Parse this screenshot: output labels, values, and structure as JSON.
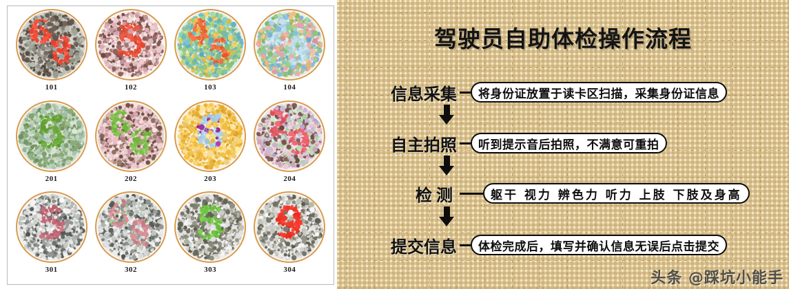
{
  "left_panel": {
    "name": "ishihara-color-vision-test-chart",
    "plates": [
      {
        "label": "101",
        "figure": "68",
        "figure_color": "#ef4b38",
        "bg_colors": [
          "#8f8f86",
          "#6b5d52",
          "#c9c9c1",
          "#a8ada0",
          "#5f5248"
        ],
        "figure_shape": "digits"
      },
      {
        "label": "102",
        "figure": "5",
        "figure_color": "#e8503a",
        "bg_colors": [
          "#e8c3c5",
          "#d3a3ad",
          "#9c6f68",
          "#7e5650",
          "#efd9d8"
        ],
        "figure_shape": "digits"
      },
      {
        "label": "103",
        "figure": "45",
        "figure_color": "#ef6a3a",
        "bg_colors": [
          "#8fc97f",
          "#6fb7c9",
          "#f0c653",
          "#a9d38f",
          "#7fc2b0"
        ],
        "figure_shape": "digits"
      },
      {
        "label": "104",
        "figure": "29",
        "figure_color": "#bcdcec",
        "bg_colors": [
          "#8fc97f",
          "#e5a3ae",
          "#7fb8dc",
          "#f0bb7e",
          "#9fd0b4"
        ],
        "figure_shape": "digits"
      },
      {
        "label": "201",
        "figure": "5",
        "figure_color": "#6aa83c",
        "bg_colors": [
          "#b9cfbc",
          "#9fbfa8",
          "#8fae7c",
          "#c8d8c4",
          "#7e9f6c"
        ],
        "figure_shape": "digits"
      },
      {
        "label": "202",
        "figure": "68",
        "figure_color": "#7dbf4a",
        "bg_colors": [
          "#e9bcc3",
          "#d6a3ae",
          "#7a5a50",
          "#f0d6d6",
          "#a0826f"
        ],
        "figure_shape": "digits"
      },
      {
        "label": "203",
        "figure": "6",
        "figure_color": "#a9cfe8",
        "bg_colors": [
          "#f2c64f",
          "#efb93c",
          "#f5d57a",
          "#e8ad33",
          "#f7dd96"
        ],
        "figure_shape": "digits",
        "accent_color": "#a6339b"
      },
      {
        "label": "204",
        "figure": "29",
        "figure_color": "#e8606a",
        "bg_colors": [
          "#eccfd6",
          "#d9b3c6",
          "#7a5a50",
          "#b9e0b4",
          "#c9b0d8"
        ],
        "figure_shape": "digits"
      },
      {
        "label": "301",
        "figure": "5",
        "figure_color": "#c26a78",
        "bg_colors": [
          "#d8d8d8",
          "#5f6460",
          "#ededed",
          "#8d928c",
          "#bfc4be"
        ],
        "figure_shape": "digits"
      },
      {
        "label": "302",
        "figure": "68",
        "figure_color": "#d08a94",
        "bg_colors": [
          "#d8d8d8",
          "#5f6460",
          "#ededed",
          "#8d928c",
          "#bfc4be"
        ],
        "figure_shape": "digits",
        "accent_color": "#9fd48a"
      },
      {
        "label": "303",
        "figure": "5",
        "figure_color": "#6fc245",
        "bg_colors": [
          "#d8d8d8",
          "#6b6a5e",
          "#ededed",
          "#8d8c80",
          "#bfbfb2"
        ],
        "figure_shape": "digits"
      },
      {
        "label": "304",
        "figure": "9",
        "figure_color": "#f03a2e",
        "bg_colors": [
          "#d8d8d8",
          "#6b6a5e",
          "#ededed",
          "#8d8c80",
          "#bfbfb2"
        ],
        "figure_shape": "digits"
      }
    ],
    "plate_border_color": "#d89a4e",
    "sheet_border_color": "#b9b9b9"
  },
  "right_panel": {
    "title": "驾驶员自助体检操作流程",
    "background_color": "#f4e7c3",
    "grid_line_color": "#b69454",
    "steps": [
      {
        "name": "信息采集",
        "detail": "将身份证放置于读卡区扫描，采集身份证信息",
        "spaced": false
      },
      {
        "name": "自主拍照",
        "detail": "听到提示音后拍照，不满意可重拍",
        "spaced": false
      },
      {
        "name": "检测",
        "detail": "躯干 视力 辨色力 听力 上肢 下肢及身高",
        "spaced": true
      },
      {
        "name": "提交信息",
        "detail": "体检完成后，填写并确认信息无误后点击提交",
        "spaced": false
      }
    ],
    "connector_icon": "down-arrow-icon",
    "watermark": "头条 @踩坑小能手"
  }
}
